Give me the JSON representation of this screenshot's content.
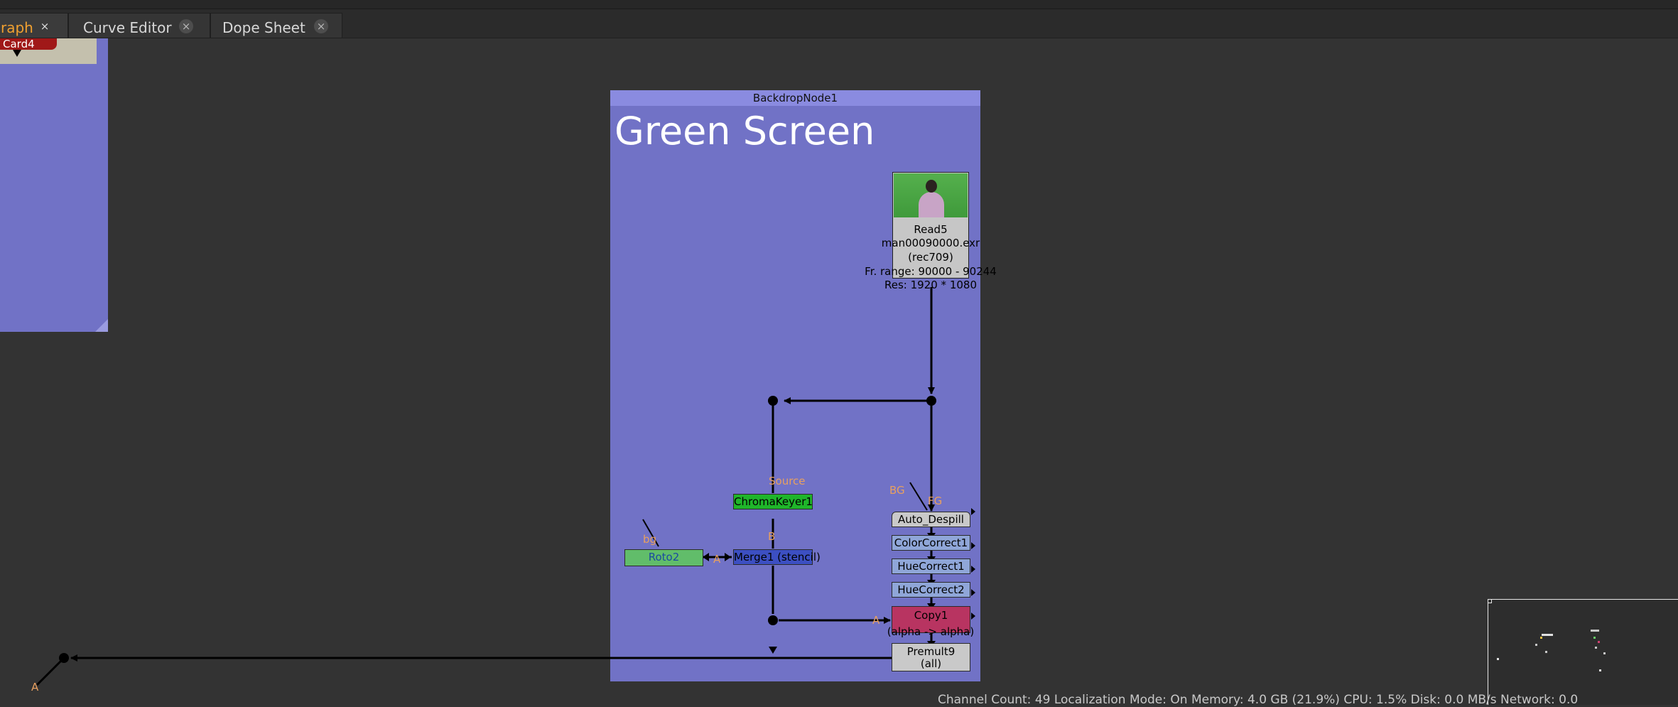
{
  "tabs": [
    {
      "label": "raph",
      "active": true
    },
    {
      "label": "Curve Editor",
      "active": false
    },
    {
      "label": "Dope Sheet",
      "active": false
    }
  ],
  "close_glyph": "×",
  "backdrops": {
    "left": {
      "card_label": "Card4"
    },
    "main": {
      "title": "BackdropNode1",
      "label": "Green Screen"
    }
  },
  "nodes": {
    "read5": {
      "name": "Read5",
      "file": "man00090000.exr",
      "colorspace": "(rec709)",
      "range": "Fr. range: 90000 - 90244",
      "res": "Res: 1920 * 1080"
    },
    "chromakeyer": {
      "name": "ChromaKeyer1",
      "input_label": "Source"
    },
    "merge": {
      "name": "Merge1 (stencil)",
      "input_b": "B",
      "input_a": "A"
    },
    "roto": {
      "name": "Roto2",
      "input_label": "bg"
    },
    "auto_despill": {
      "name": "Auto_Despill",
      "input_bg": "BG",
      "input_fg": "FG"
    },
    "colorcorrect": {
      "name": "ColorCorrect1"
    },
    "huecorrect1": {
      "name": "HueCorrect1"
    },
    "huecorrect2": {
      "name": "HueCorrect2"
    },
    "copy": {
      "name": "Copy1",
      "sub": "(alpha -> alpha)",
      "input_a": "A"
    },
    "premult": {
      "name": "Premult9",
      "sub": "(all)"
    },
    "left_dot": {
      "input_a": "A"
    }
  },
  "status": "Channel Count: 49  Localization Mode: On  Memory: 4.0 GB (21.9%)  CPU: 1.5%  Disk: 0.0 MB/s  Network: 0.0",
  "colors": {
    "backdrop": "#7172c6",
    "active_tab": "#f0a030",
    "chromakeyer": "#1fb52a",
    "merge": "#3c4fc2",
    "roto": "#61bd6a",
    "copy": "#b83461",
    "color_node": "#8fa6d8"
  }
}
